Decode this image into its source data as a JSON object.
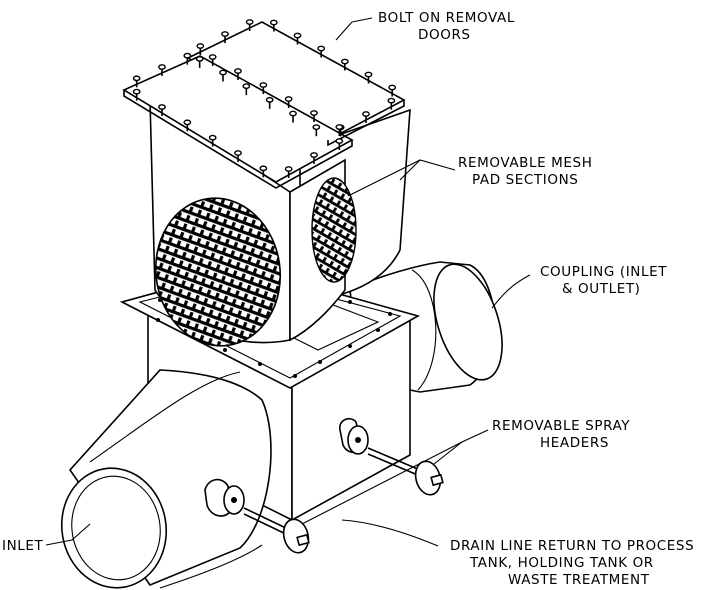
{
  "labels": {
    "bolt_doors": [
      "BOLT ON REMOVAL",
      "DOORS"
    ],
    "mesh_pads": [
      "REMOVABLE MESH",
      "PAD SECTIONS"
    ],
    "coupling": [
      "COUPLING (INLET",
      "& OUTLET)"
    ],
    "spray_headers": [
      "REMOVABLE SPRAY",
      "HEADERS"
    ],
    "inlet": "INLET",
    "drain_line": [
      "DRAIN LINE RETURN TO PROCESS",
      "TANK, HOLDING TANK OR",
      "WASTE TREATMENT"
    ]
  }
}
